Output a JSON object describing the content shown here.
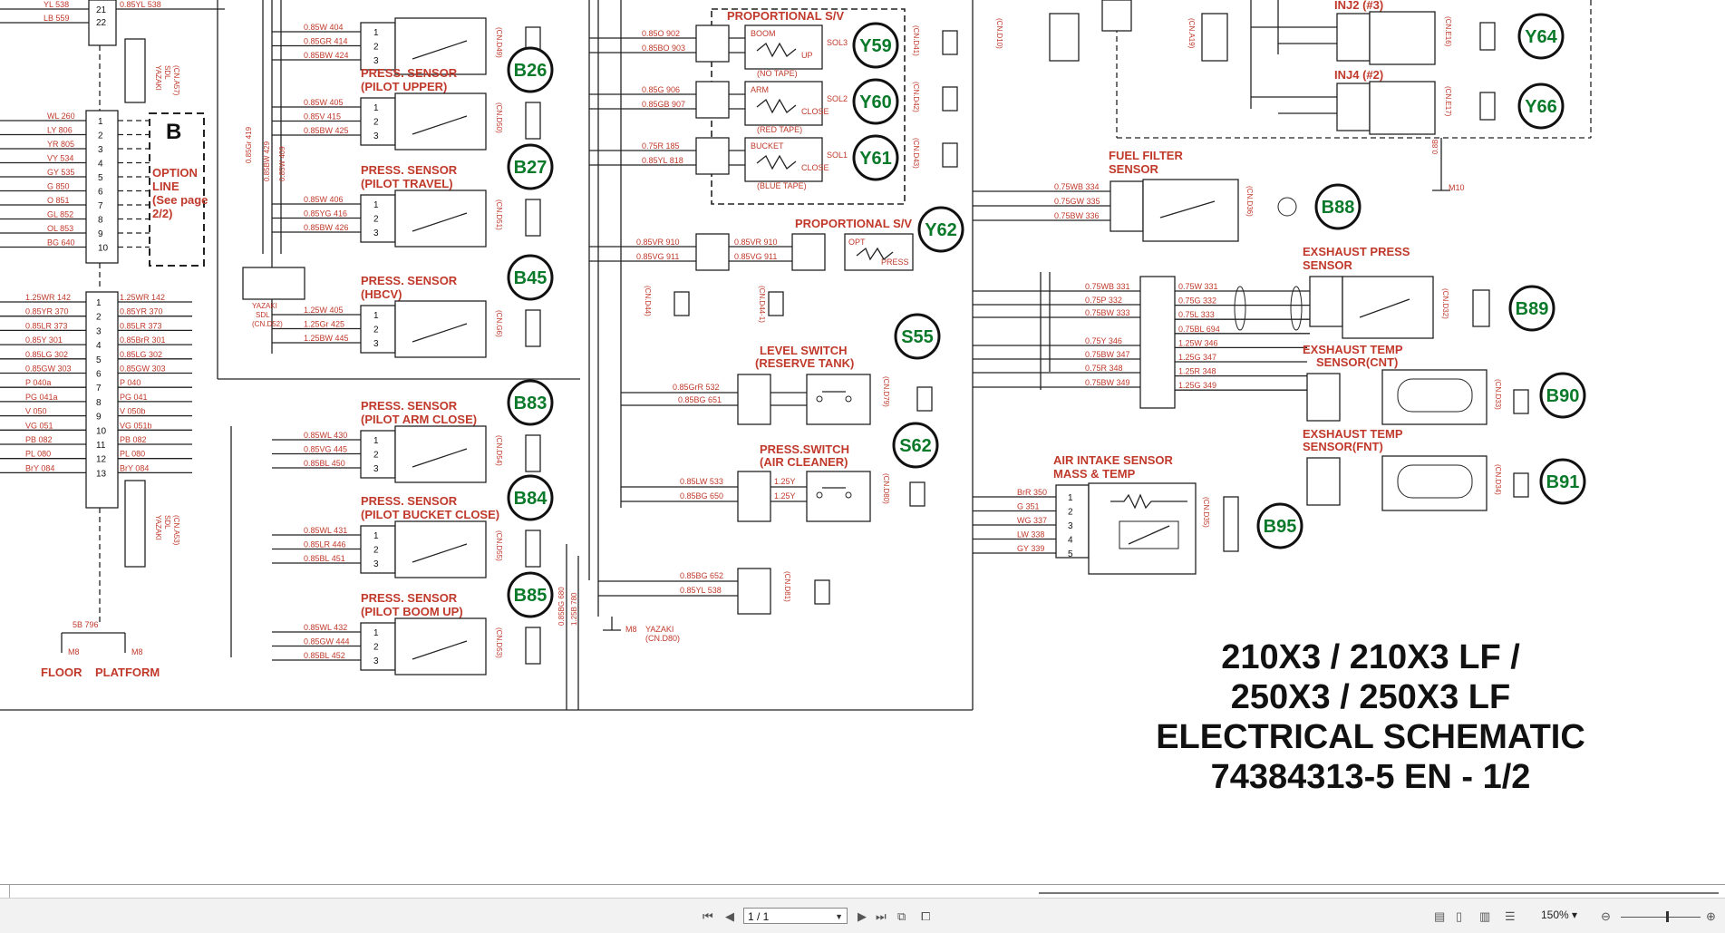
{
  "schematic": {
    "title_lines": [
      "210X3 / 210X3 LF /",
      "250X3 / 250X3 LF",
      "ELECTRICAL SCHEMATIC",
      "74384313-5 EN - 1/2"
    ],
    "option_box": {
      "letter": "B",
      "lines": [
        "OPTION",
        "LINE",
        "(See page",
        "2/2)"
      ]
    },
    "grounds": {
      "floor": "FLOOR",
      "platform": "PLATFORM",
      "m8": "M8",
      "wire": "5B 796",
      "m8b": "M8",
      "m8b_conn": "YAZAKI",
      "m8b_cn": "(CN.D80)",
      "m10": "M10",
      "m10_wire": "0.8B"
    },
    "left_wires_top": [
      "YL 538",
      "LB 559"
    ],
    "left_wires_top_right": [
      "0.85YL 538"
    ],
    "left_wires_opt": [
      "WL 260",
      "LY 806",
      "YR 805",
      "VY 534",
      "GY 535",
      "G 850",
      "O 851",
      "GL 852",
      "OL 853",
      "BG 640"
    ],
    "left_wires_low": [
      "1.25WR 142",
      "0.85YR 370",
      "0.85LR 373",
      "0.85Y 301",
      "0.85LG 302",
      "0.85GW 303",
      "P 040a",
      "PG 041a",
      "V 050",
      "VG 051",
      "PB 082",
      "PL 080",
      "BrY 084"
    ],
    "right_wires_low": [
      "1.25WR 142",
      "0.85YR 370",
      "0.85LR 373",
      "0.85BrR 301",
      "0.85LG 302",
      "0.85GW 303",
      "P 040",
      "PG 041",
      "V 050b",
      "VG 051b",
      "PB 082",
      "PL 080",
      "BrY 084"
    ],
    "connector_labels": {
      "cn_a57": [
        "YAZAKI",
        "SDL",
        "(CN.A57)"
      ],
      "cn_a53": [
        "YAZAKI",
        "SDL",
        "(CN.A53)"
      ],
      "cn_d52": [
        "YAZAKI",
        "SDL",
        "(CN.D52)"
      ]
    },
    "pressure_sensors": [
      {
        "title": [
          "",
          ""
        ],
        "wires": [
          "0.85W 404",
          "0.85GR 414",
          "0.85BW 424"
        ],
        "label": "",
        "cn": "(CN.D49)"
      },
      {
        "title": [
          "PRESS. SENSOR",
          "(PILOT UPPER)"
        ],
        "wires": [
          "0.85W 405",
          "0.85V 415",
          "0.85BW 425"
        ],
        "label": "B26",
        "cn": "(CN.D50)"
      },
      {
        "title": [
          "PRESS. SENSOR",
          "(PILOT TRAVEL)"
        ],
        "wires": [
          "0.85W 406",
          "0.85YG 416",
          "0.85BW 426"
        ],
        "label": "B27",
        "cn": "(CN.D51)"
      },
      {
        "title": [
          "PRESS. SENSOR",
          "(HBCV)"
        ],
        "wires": [
          "1.25W 405",
          "1.25Gr 425",
          "1.25BW 445"
        ],
        "label": "B45",
        "cn": "(CN.G6)"
      },
      {
        "title": [
          "PRESS. SENSOR",
          "(PILOT ARM CLOSE)"
        ],
        "wires": [
          "0.85WL 430",
          "0.85VG 445",
          "0.85BL 450"
        ],
        "label": "B83",
        "cn": "(CN.D54)"
      },
      {
        "title": [
          "PRESS. SENSOR",
          "(PILOT BUCKET CLOSE)"
        ],
        "wires": [
          "0.85WL 431",
          "0.85LR 446",
          "0.85BL 451"
        ],
        "label": "B84",
        "cn": "(CN.D55)"
      },
      {
        "title": [
          "PRESS. SENSOR",
          "(PILOT BOOM UP)"
        ],
        "wires": [
          "0.85WL 432",
          "0.85GW 444",
          "0.85BL 452"
        ],
        "label": "B85",
        "cn": "(CN.D53)"
      }
    ],
    "vert_wires": [
      "0.85Gr 419",
      "0.85BW 429",
      "0.85W 409"
    ],
    "prop_sv": {
      "title": "PROPORTIONAL S/V",
      "items": [
        {
          "wires": [
            "0.85O 902",
            "0.85BO 903"
          ],
          "name": "BOOM",
          "dir": "UP",
          "tape": "(NO TAPE)",
          "sol": "SOL3",
          "label": "Y59",
          "cn": "(CN.D41)"
        },
        {
          "wires": [
            "0.85G 906",
            "0.85GB 907"
          ],
          "name": "ARM",
          "dir": "CLOSE",
          "tape": "(RED TAPE)",
          "sol": "SOL2",
          "label": "Y60",
          "cn": "(CN.D42)"
        },
        {
          "wires": [
            "0.75R 185",
            "0.85YL 818"
          ],
          "name": "BUCKET",
          "dir": "CLOSE",
          "tape": "(BLUE TAPE)",
          "sol": "SOL1",
          "label": "Y61",
          "cn": "(CN.D43)"
        }
      ]
    },
    "prop_sv2": {
      "title": "PROPORTIONAL S/V",
      "wires_l": [
        "0.85VR 910",
        "0.85VG 911"
      ],
      "wires_r": [
        "0.85VR 910",
        "0.85VG 911"
      ],
      "opt": "OPT",
      "press": "PRESS",
      "label": "Y62",
      "cn1": "(CN.D44)",
      "cn2": "(CN.D44-1)"
    },
    "level_switch": {
      "title": [
        "LEVEL SWITCH",
        "(RESERVE TANK)"
      ],
      "wires": [
        "0.85GrR 532",
        "0.85BG 651"
      ],
      "label": "S55",
      "cn": "(CN.D79)"
    },
    "press_switch": {
      "title": [
        "PRESS.SWITCH",
        "(AIR CLEANER)"
      ],
      "wires": [
        "0.85LW 533",
        "0.85BG 650"
      ],
      "wires_r": [
        "1.25Y",
        "1.25Y"
      ],
      "label": "S62",
      "cn": "(CN.D80)"
    },
    "unnamed_conn": {
      "wires": [
        "0.85BG 652",
        "0.85YL 538"
      ],
      "cn": "(CN.D81)"
    },
    "vert_wires2": [
      "0.85BG 680",
      "1.25B 780"
    ],
    "fuel_filter": {
      "title": [
        "FUEL FILTER",
        "SENSOR"
      ],
      "wires": [
        "0.75WB 334",
        "0.75GW 335",
        "0.75BW 336"
      ],
      "label": "B88",
      "cn": "(CN.D36)"
    },
    "exh_press": {
      "title": [
        "EXSHAUST PRESS",
        "SENSOR"
      ],
      "label": "B89",
      "cn": "(CN.D32)"
    },
    "mid_conn_l": [
      "0.75WB 331",
      "0.75P 332",
      "0.75BW 333",
      "0.75Y 346",
      "0.75BW 347",
      "0.75R 348",
      "0.75BW 349"
    ],
    "mid_conn_r": [
      "0.75W 331",
      "0.75G 332",
      "0.75L 333",
      "0.75BL 694",
      "1.25W 346",
      "1.25G 347",
      "1.25R 348",
      "1.25G 349"
    ],
    "exh_temp_cnt": {
      "title": [
        "EXSHAUST TEMP",
        "SENSOR(CNT)"
      ],
      "label": "B90",
      "cn": "(CN.D33)"
    },
    "exh_temp_fnt": {
      "title": [
        "EXSHAUST TEMP",
        "SENSOR(FNT)"
      ],
      "label": "B91",
      "cn": "(CN.D34)"
    },
    "air_intake": {
      "title": [
        "AIR INTAKE SENSOR",
        "MASS & TEMP"
      ],
      "wires": [
        "BrR 350",
        "G 351",
        "WG 337",
        "LW 338",
        "GY 339"
      ],
      "label": "B95",
      "cn": "(CN.D35)"
    },
    "inj": [
      {
        "title": "INJ2 (#3)",
        "label": "Y64",
        "cn": "(CN.E16)"
      },
      {
        "title": "INJ4 (#2)",
        "label": "Y66",
        "cn": "(CN.E17)"
      }
    ],
    "top_conn_cn": [
      "(CN.D10)",
      "(CN.A19)"
    ]
  },
  "status_bar": {
    "page_value": "1 / 1",
    "zoom": "150%"
  }
}
